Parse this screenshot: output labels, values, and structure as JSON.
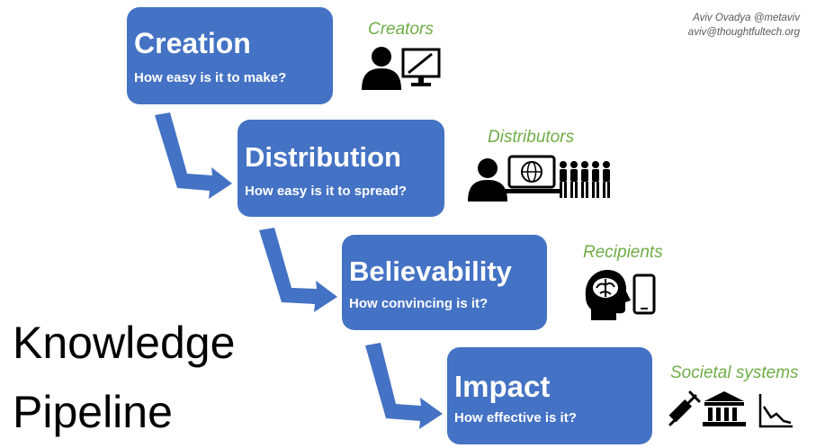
{
  "credit": {
    "author": "Aviv Ovadya @metaviv",
    "email": "aviv@thoughtfultech.org"
  },
  "main_title": {
    "line1": "Knowledge",
    "line2": "Pipeline"
  },
  "steps": [
    {
      "title": "Creation",
      "question": "How easy is it to make?",
      "actor": "Creators",
      "icons": [
        "person-icon",
        "computer-drawing-icon"
      ]
    },
    {
      "title": "Distribution",
      "question": "How easy is it to spread?",
      "actor": "Distributors",
      "icons": [
        "person-icon",
        "laptop-globe-icon",
        "crowd-icon"
      ]
    },
    {
      "title": "Believability",
      "question": "How convincing is it?",
      "actor": "Recipients",
      "icons": [
        "brain-head-icon",
        "phone-icon"
      ]
    },
    {
      "title": "Impact",
      "question": "How effective is it?",
      "actor": "Societal systems",
      "icons": [
        "syringe-icon",
        "institution-icon",
        "declining-chart-icon"
      ]
    }
  ],
  "colors": {
    "box": "#4472c4",
    "arrow": "#4472c4",
    "actor_text": "#70ad47",
    "credit_text": "#595959"
  }
}
